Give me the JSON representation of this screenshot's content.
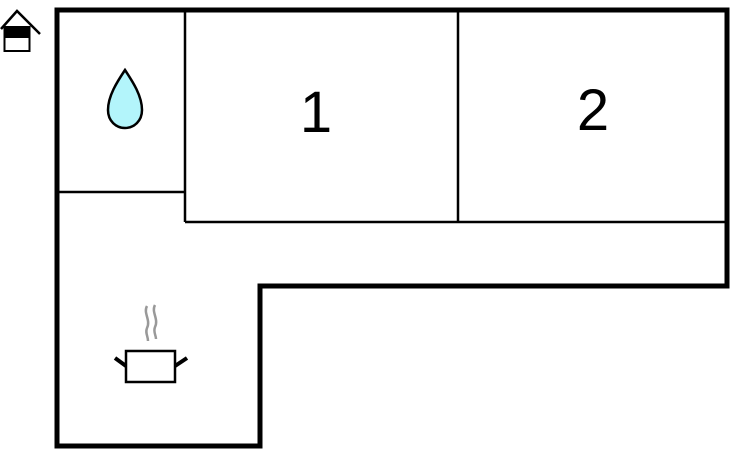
{
  "plan": {
    "rooms": [
      {
        "id": "room-1",
        "label": "1"
      },
      {
        "id": "room-2",
        "label": "2"
      }
    ],
    "icons": {
      "entrance": "house-icon",
      "bathroom": "water-drop-icon",
      "kitchen": "cooking-pot-icon"
    },
    "colors": {
      "wall": "#000000",
      "water": "#b3f5fb",
      "steam": "#999999"
    }
  }
}
